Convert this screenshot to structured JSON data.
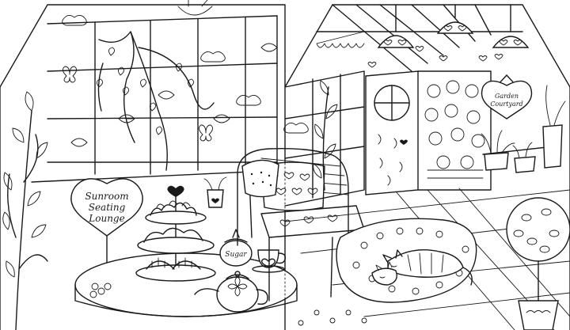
{
  "signs": {
    "lounge_line1": "Sunroom",
    "lounge_line2": "Seating",
    "lounge_line3": "Lounge",
    "garden_line1": "Garden",
    "garden_line2": "Courtyard",
    "jar": "Sugar"
  },
  "colors": {
    "ink": "#1a1a1a",
    "paper": "#ffffff"
  }
}
